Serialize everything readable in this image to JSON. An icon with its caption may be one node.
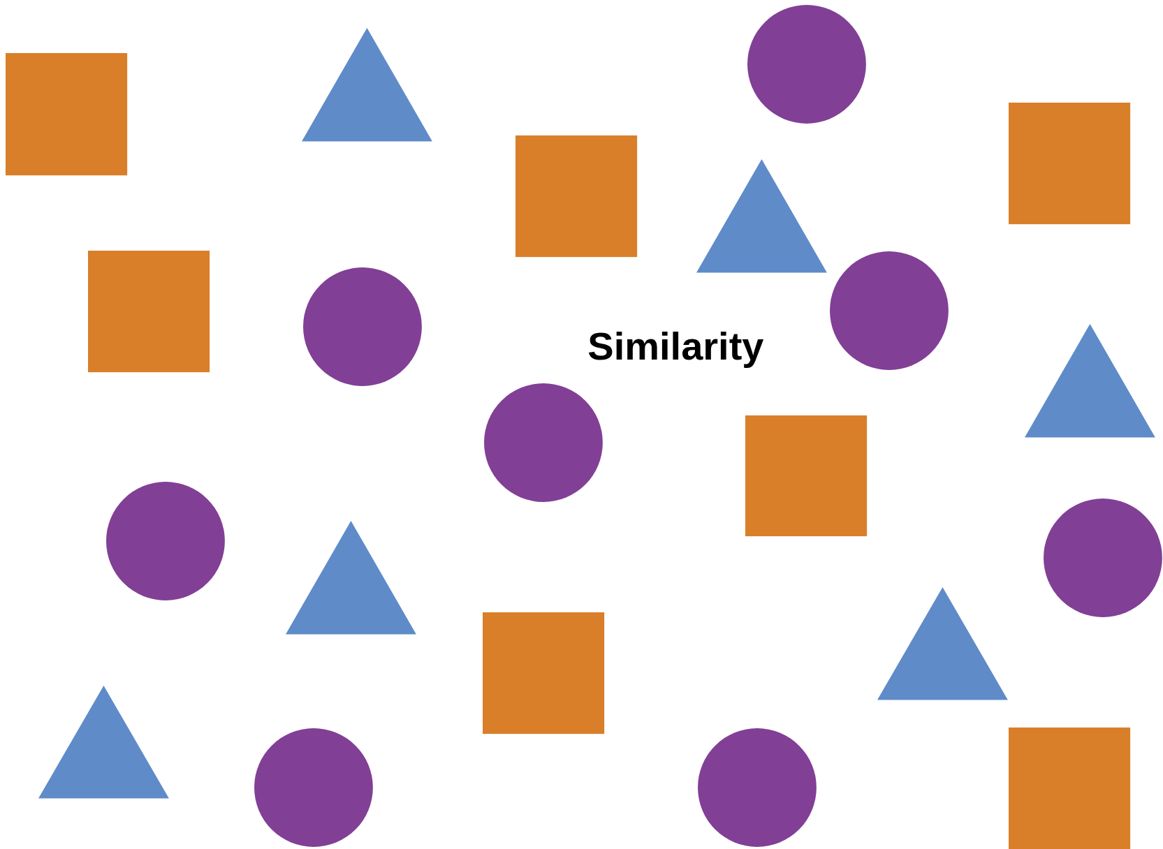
{
  "diagram": {
    "nodes": [
      {
        "text": [],
        "shape": "circle"
      },
      {
        "text": [],
        "shape": "triangle"
      },
      {
        "text": [],
        "shape": "box"
      },
      {
        "text": [],
        "shape": "box"
      },
      {
        "text": [],
        "shape": "box"
      },
      {
        "text": [],
        "shape": "triangle"
      },
      {
        "text": [],
        "shape": "box"
      },
      {
        "text": [],
        "shape": "circle"
      },
      {
        "text": [],
        "shape": "circle"
      },
      {
        "text": [],
        "shape": "triangle"
      },
      {
        "text": [],
        "shape": "circle"
      },
      {
        "text": [],
        "shape": "box"
      },
      {
        "text": [],
        "shape": "circle"
      },
      {
        "text": [],
        "shape": "circle"
      },
      {
        "text": [],
        "shape": "triangle"
      },
      {
        "text": [],
        "shape": "triangle"
      },
      {
        "text": [],
        "shape": "box"
      },
      {
        "text": [],
        "shape": "triangle"
      },
      {
        "text": [],
        "shape": "box"
      },
      {
        "text": [],
        "shape": "circle"
      },
      {
        "text": [],
        "shape": "circle"
      }
    ],
    "labels": [
      "Similarity"
    ]
  }
}
